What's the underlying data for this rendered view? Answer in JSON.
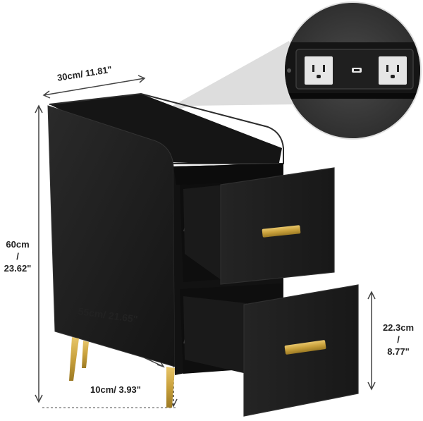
{
  "product": {
    "image_alt": "Black narrow nightstand with two pull-out drawers, gold handles and legs, and a built-in power outlet on top"
  },
  "dimensions": {
    "depth": "30cm/ 11.81\"",
    "height_cm": "60cm",
    "height_sep": "/",
    "height_in": "23.62\"",
    "width": "55cm/ 21.65\"",
    "drawer_cm": "22.3cm",
    "drawer_sep": "/",
    "drawer_in": "8.77\"",
    "leg": "10cm/ 3.93\""
  },
  "colors": {
    "furniture": "#1b1b1b",
    "furniture_edge": "#2e2e2e",
    "gold": "#c9a13c",
    "callout_bg": "#3a3a3a",
    "outlet": "#e6e6e6"
  }
}
